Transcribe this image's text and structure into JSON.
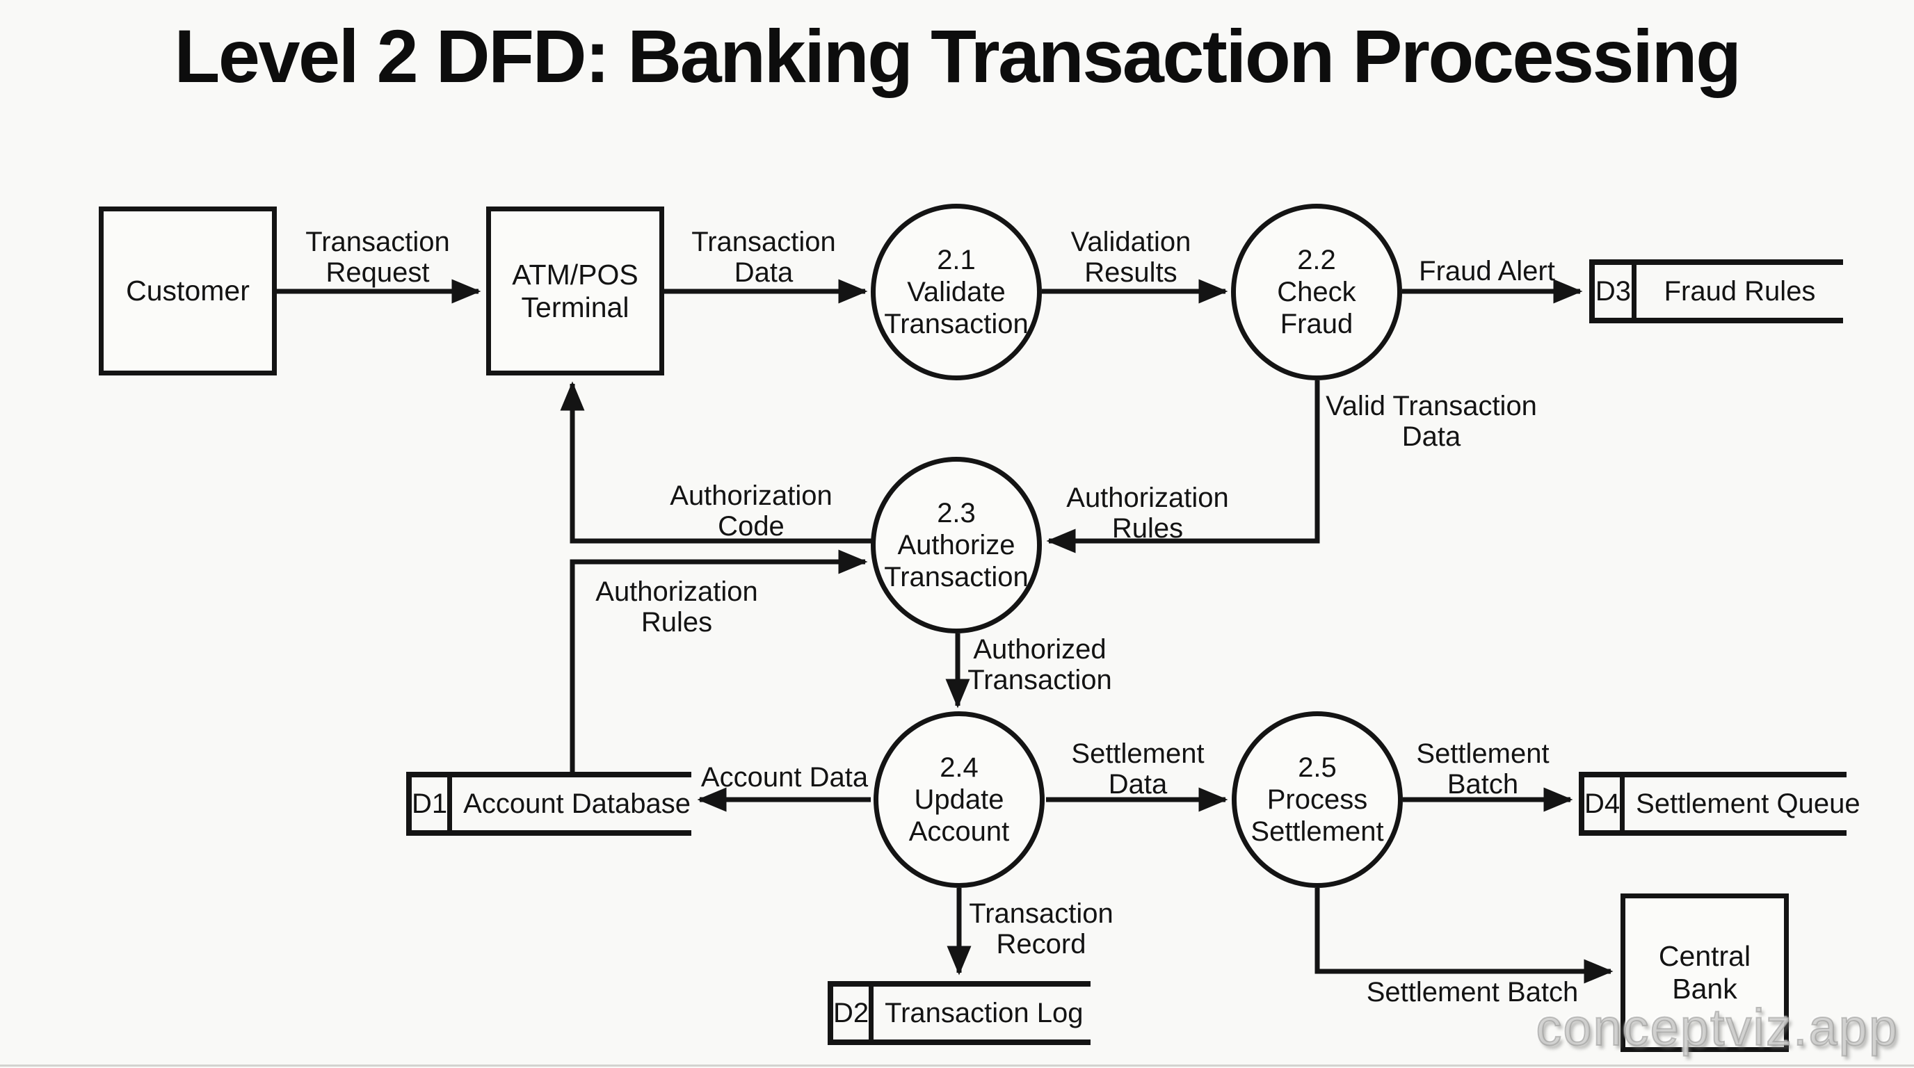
{
  "title": "Level 2 DFD: Banking Transaction Processing",
  "watermark": "conceptviz.app",
  "colors": {
    "ink": "#141414",
    "background": "#f9f9f7",
    "watermark_gray": "#c0c0c0"
  },
  "diagram": {
    "external_entities": [
      {
        "id": "customer",
        "label": "Customer"
      },
      {
        "id": "atm_pos_terminal",
        "label": "ATM/POS\nTerminal"
      },
      {
        "id": "central_bank",
        "label": "Central\nBank"
      }
    ],
    "processes": [
      {
        "id": "2.1",
        "label": "2.1\nValidate\nTransaction"
      },
      {
        "id": "2.2",
        "label": "2.2\nCheck\nFraud"
      },
      {
        "id": "2.3",
        "label": "2.3\nAuthorize\nTransaction"
      },
      {
        "id": "2.4",
        "label": "2.4\nUpdate\nAccount"
      },
      {
        "id": "2.5",
        "label": "2.5\nProcess\nSettlement"
      }
    ],
    "data_stores": [
      {
        "id": "D1",
        "label": "Account Database"
      },
      {
        "id": "D2",
        "label": "Transaction Log"
      },
      {
        "id": "D3",
        "label": "Fraud Rules"
      },
      {
        "id": "D4",
        "label": "Settlement Queue"
      }
    ],
    "flows": [
      {
        "from": "customer",
        "to": "atm_pos_terminal",
        "label": "Transaction\nRequest"
      },
      {
        "from": "atm_pos_terminal",
        "to": "2.1",
        "label": "Transaction\nData"
      },
      {
        "from": "2.1",
        "to": "2.2",
        "label": "Validation\nResults"
      },
      {
        "from": "2.2",
        "to": "D3",
        "label": "Fraud Alert"
      },
      {
        "from": "2.2",
        "to": "2.3",
        "label": "Valid Transaction\nData"
      },
      {
        "from": "2.2",
        "to": "2.3",
        "label": "Authorization\nRules"
      },
      {
        "from": "2.3",
        "to": "atm_pos_terminal",
        "label": "Authorization\nCode"
      },
      {
        "from": "D1",
        "to": "2.3",
        "label": "Authorization\nRules"
      },
      {
        "from": "2.3",
        "to": "2.4",
        "label": "Authorized\nTransaction"
      },
      {
        "from": "2.4",
        "to": "D1",
        "label": "Account Data"
      },
      {
        "from": "2.4",
        "to": "2.5",
        "label": "Settlement\nData"
      },
      {
        "from": "2.5",
        "to": "D4",
        "label": "Settlement\nBatch"
      },
      {
        "from": "2.4",
        "to": "D2",
        "label": "Transaction\nRecord"
      },
      {
        "from": "2.5",
        "to": "central_bank",
        "label": "Settlement Batch"
      }
    ]
  }
}
